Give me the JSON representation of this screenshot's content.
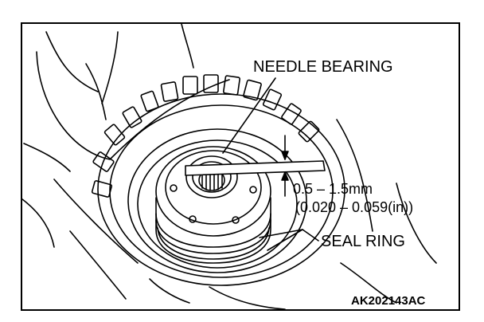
{
  "labels": {
    "needle_bearing": "NEEDLE BEARING",
    "clearance_mm": "0.5 – 1.5mm",
    "clearance_in": "(0.020 – 0.059(in))",
    "seal_ring": "SEAL RING",
    "figure_code": "AK202143AC"
  },
  "colors": {
    "ink": "#000000",
    "paper": "#ffffff"
  }
}
